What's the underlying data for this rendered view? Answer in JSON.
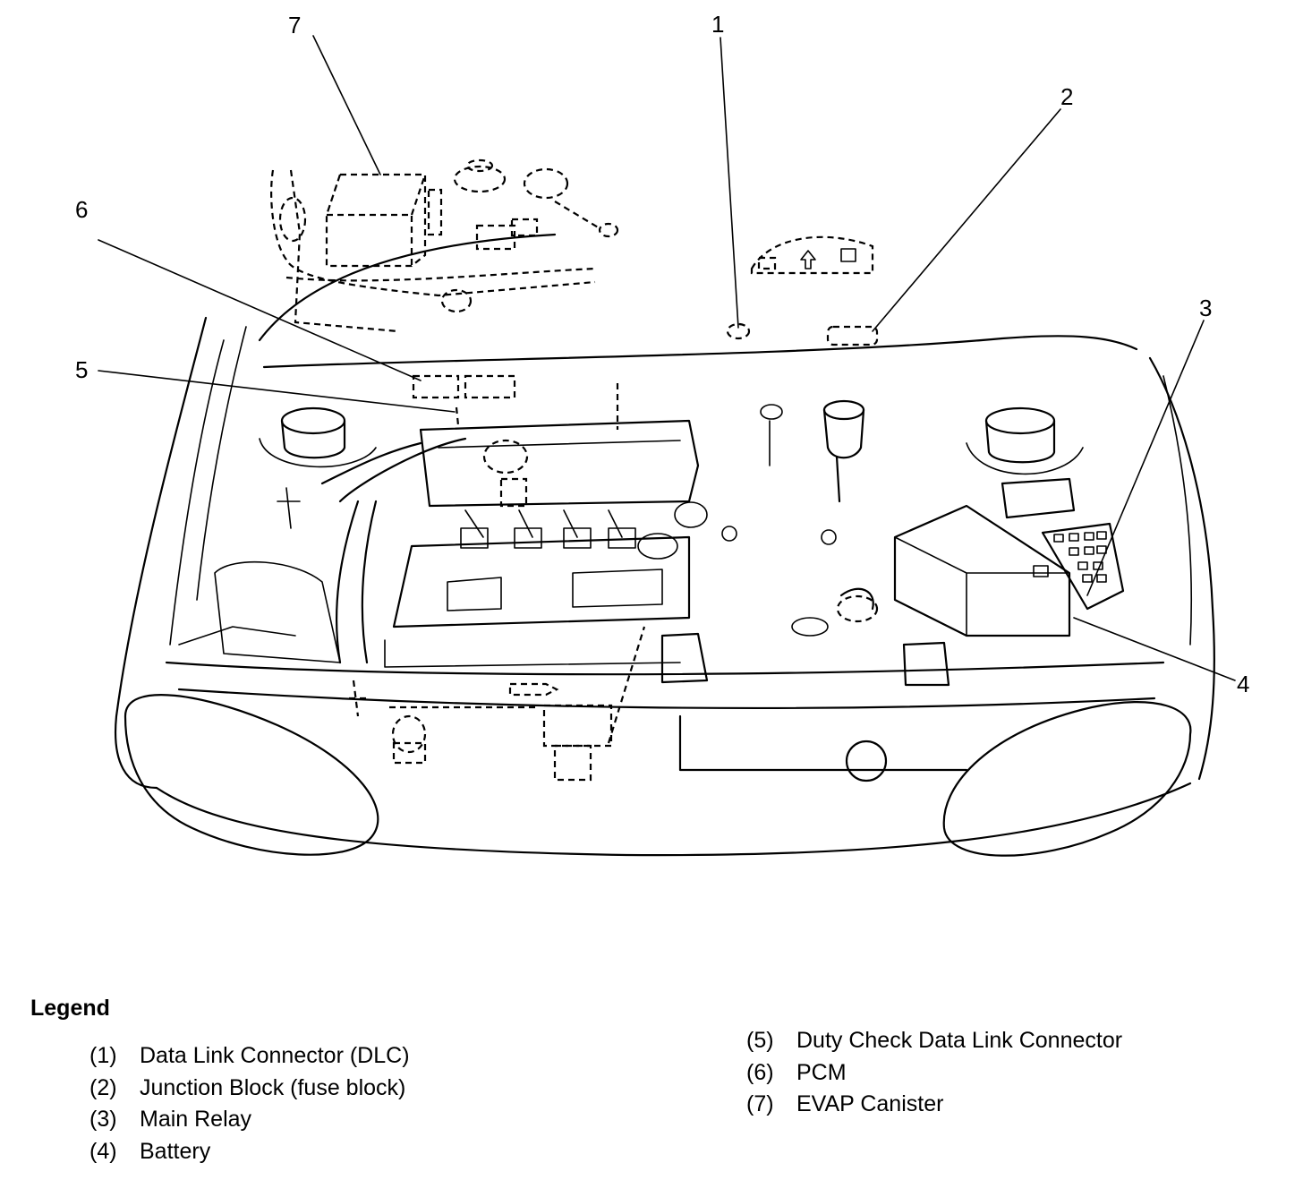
{
  "callouts": [
    {
      "id": "1",
      "label": "1"
    },
    {
      "id": "2",
      "label": "2"
    },
    {
      "id": "3",
      "label": "3"
    },
    {
      "id": "4",
      "label": "4"
    },
    {
      "id": "5",
      "label": "5"
    },
    {
      "id": "6",
      "label": "6"
    },
    {
      "id": "7",
      "label": "7"
    }
  ],
  "legend": {
    "title": "Legend",
    "items": [
      {
        "number": "(1)",
        "text": "Data Link Connector (DLC)"
      },
      {
        "number": "(2)",
        "text": "Junction Block (fuse block)"
      },
      {
        "number": "(3)",
        "text": "Main Relay"
      },
      {
        "number": "(4)",
        "text": "Battery"
      },
      {
        "number": "(5)",
        "text": "Duty Check Data Link Connector"
      },
      {
        "number": "(6)",
        "text": "PCM"
      },
      {
        "number": "(7)",
        "text": "EVAP Canister"
      }
    ]
  },
  "colors": {
    "ink": "#000000",
    "paper": "#ffffff"
  }
}
